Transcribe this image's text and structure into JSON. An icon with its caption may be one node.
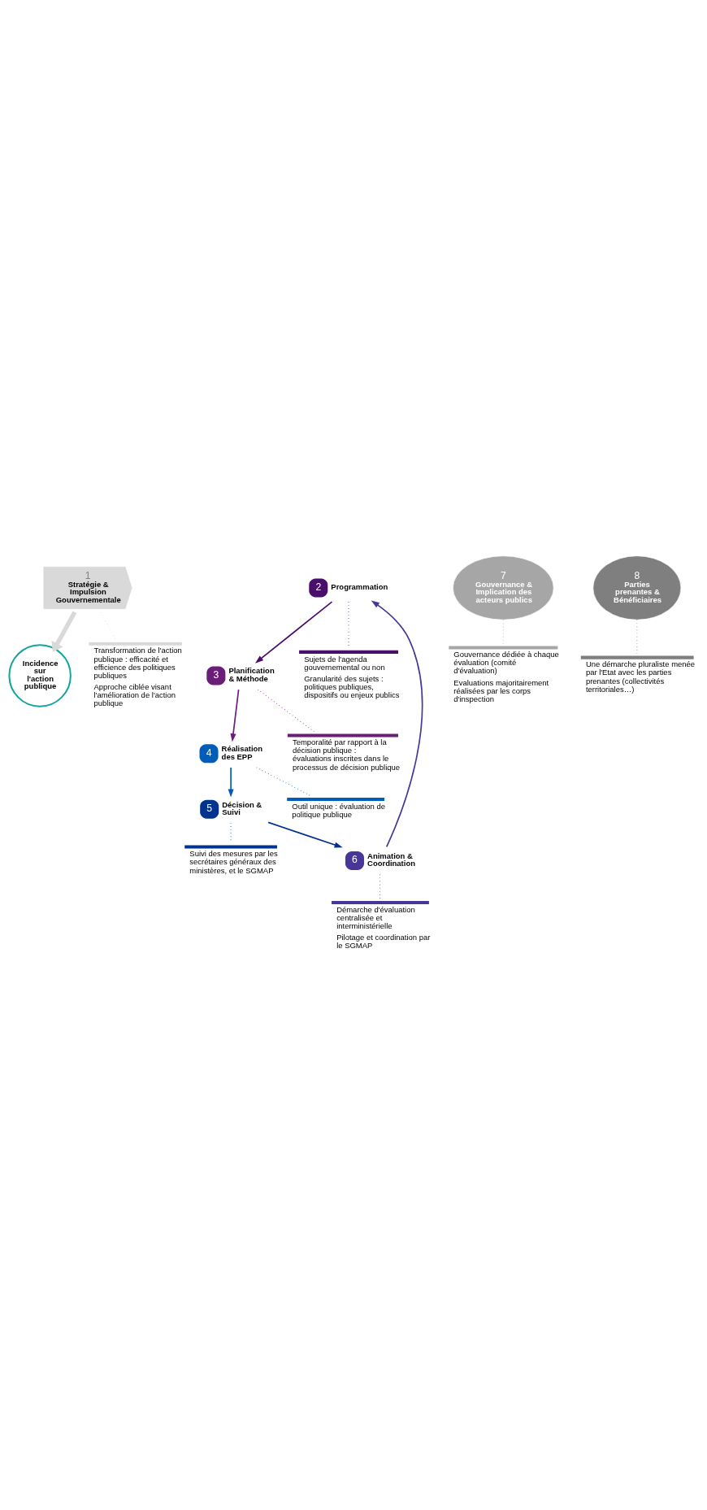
{
  "diagram": {
    "nodes": [
      {
        "text": [
          "Incidence sur l'action publique"
        ]
      },
      {
        "text": [
          "1",
          "Stratégie & Impulsion Gouvernementale"
        ]
      },
      {
        "text": [
          "2"
        ],
        "beside": [
          "Programmation"
        ]
      },
      {
        "text": [
          "3"
        ],
        "beside": [
          "Planification & Méthode"
        ]
      },
      {
        "text": [
          "4"
        ],
        "beside": [
          "Réalisation des EPP"
        ]
      },
      {
        "text": [
          "5"
        ],
        "beside": [
          "Décision & Suivi"
        ]
      },
      {
        "text": [
          "6"
        ],
        "beside": [
          "Animation & Coordination"
        ]
      },
      {
        "text": [
          "7",
          "Gouvernance & Implication des acteurs publics"
        ]
      },
      {
        "text": [
          "8",
          "Parties prenantes & Bénéficiaires"
        ]
      },
      {
        "text": [
          "Transformation de l'action publique : efficacité et efficience des politiques publiques",
          "Approche ciblée visant l'amélioration de l'action publique"
        ]
      },
      {
        "text": [
          "Sujets de l'agenda gouvernemental ou non",
          "Granularité des sujets : politiques publiques, dispositifs ou enjeux publics"
        ]
      },
      {
        "text": [
          "Temporalité par rapport à la décision publique : évaluations inscrites dans le processus de décision publique"
        ]
      },
      {
        "text": [
          "Gouvernance dédiée à chaque évaluation (comité d'évaluation)",
          "Evaluations majoritairement réalisées par les corps d'inspection"
        ]
      },
      {
        "text": [
          "Outil unique : évaluation de politique publique"
        ]
      },
      {
        "text": [
          "Suivi des mesures par les secrétaires généraux des ministères, et le SGMAP"
        ]
      },
      {
        "text": [
          "Démarche d'évaluation centralisée et interministérielle",
          "Pilotage et coordination par le SGMAP"
        ]
      },
      {
        "text": [
          "Une démarche pluraliste menée par l'Etat avec les parties prenantes (collectivités territoriales…)"
        ]
      }
    ],
    "edges": [
      {
        "from": 1,
        "to": 0,
        "arrow": "to",
        "style": "thick",
        "color": "#d9d9d9"
      },
      {
        "from": 2,
        "to": 3,
        "arrow": "to",
        "color": "#4a0e6b"
      },
      {
        "from": 3,
        "to": 4,
        "arrow": "to",
        "color": "#6a1e78"
      },
      {
        "from": 4,
        "to": 5,
        "arrow": "to",
        "color": "#005eb8"
      },
      {
        "from": 5,
        "to": 6,
        "arrow": "to",
        "color": "#00338d"
      },
      {
        "from": 6,
        "to": 2,
        "arrow": "to",
        "color": "#483698"
      },
      {
        "from": 1,
        "to": 9,
        "arrow": "none",
        "style": "dashed",
        "color": "#d9d9d9"
      },
      {
        "from": 2,
        "to": 10,
        "arrow": "none",
        "style": "dashed",
        "color": "#4a0e6b"
      },
      {
        "from": 3,
        "to": 11,
        "arrow": "none",
        "style": "dashed",
        "color": "#6a1e78"
      },
      {
        "from": 7,
        "to": 12,
        "arrow": "none",
        "style": "dashed",
        "color": "#a6a6a6"
      },
      {
        "from": 4,
        "to": 13,
        "arrow": "none",
        "style": "dashed",
        "color": "#005eb8"
      },
      {
        "from": 5,
        "to": 14,
        "arrow": "none",
        "style": "dashed",
        "color": "#00338d"
      },
      {
        "from": 6,
        "to": 15,
        "arrow": "none",
        "style": "dashed",
        "color": "#483698"
      },
      {
        "from": 8,
        "to": 16,
        "arrow": "none",
        "style": "dashed",
        "color": "#7f7f7f"
      }
    ]
  }
}
